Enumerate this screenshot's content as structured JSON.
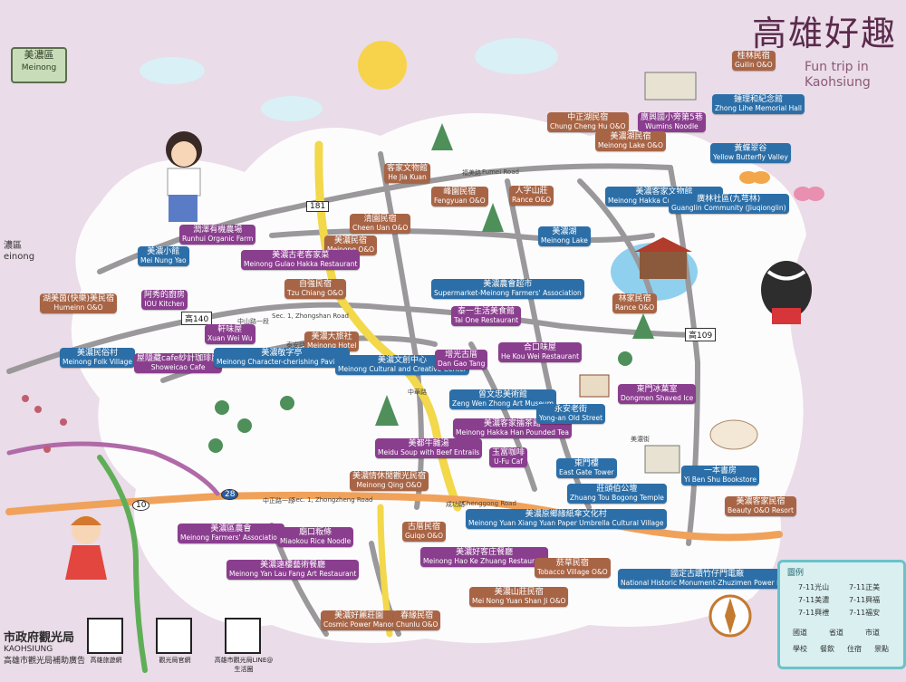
{
  "title": {
    "zh": "高雄好趣",
    "en": "Fun trip in Kaohsiung"
  },
  "area_tab": {
    "zh": "美濃區",
    "en": "Meinong"
  },
  "left_area": {
    "zh": "濃區",
    "en": "einong"
  },
  "route_markers": [
    "181",
    "高140",
    "高109",
    "28",
    "10"
  ],
  "road_names": [
    "中山路一段",
    "Sec. 1, Zhongshan Road",
    "福美路",
    "Fumei Road",
    "中正路一段",
    "Sec. 1, Zhongzheng Road",
    "成功路",
    "Chenggong Road",
    "泰安路",
    "中華路",
    "美濃街"
  ],
  "places": [
    {
      "zh": "桂林民宿",
      "en": "Guilin O&O",
      "color": "brown"
    },
    {
      "zh": "鍾理和紀念館",
      "en": "Zhong Lihe Memorial Hall",
      "color": "blue"
    },
    {
      "zh": "中正湖民宿",
      "en": "Chung Cheng Hu O&O",
      "color": "brown"
    },
    {
      "zh": "廣興國小旁第5巷",
      "en": "Wumins Noodle",
      "color": "purple"
    },
    {
      "zh": "美濃湖民宿",
      "en": "Meinong Lake O&O",
      "color": "brown"
    },
    {
      "zh": "黃蝶翠谷",
      "en": "Yellow Butterfly Valley",
      "color": "blue"
    },
    {
      "zh": "客家文物館",
      "en": "He Jia Kuan",
      "color": "brown"
    },
    {
      "zh": "峰園民宿",
      "en": "Fengyuan O&O",
      "color": "brown"
    },
    {
      "zh": "人字山莊",
      "en": "Rance O&O",
      "color": "brown"
    },
    {
      "zh": "美濃客家文物館",
      "en": "Meinong Hakka Cultural Museum",
      "color": "blue"
    },
    {
      "zh": "廣林社區(九芎林)",
      "en": "Guanglin Community (Jiuqionglin)",
      "color": "blue"
    },
    {
      "zh": "清園民宿",
      "en": "Cheen Uan O&O",
      "color": "brown"
    },
    {
      "zh": "美濃民宿",
      "en": "Meinong O&O",
      "color": "brown"
    },
    {
      "zh": "美濃湖",
      "en": "Meinong Lake",
      "color": "blue"
    },
    {
      "zh": "潤澤有機農場",
      "en": "Runhui Organic Farm",
      "color": "purple"
    },
    {
      "zh": "美濃古老客家菜",
      "en": "Meinong Gulao Hakka Restaurant",
      "color": "purple"
    },
    {
      "zh": "美濃小館",
      "en": "Mei Nung Yao",
      "color": "blue"
    },
    {
      "zh": "自強民宿",
      "en": "Tzu Chiang O&O",
      "color": "brown"
    },
    {
      "zh": "美濃農會超市",
      "en": "Supermarket-Meinong Farmers' Association",
      "color": "blue"
    },
    {
      "zh": "湖美茵(快樂)美民宿",
      "en": "Humeinn O&O",
      "color": "brown"
    },
    {
      "zh": "阿秀的廚房",
      "en": "IOU Kitchen",
      "color": "purple"
    },
    {
      "zh": "泰一生活美食館",
      "en": "Tai One Restaurant",
      "color": "purple"
    },
    {
      "zh": "林家民宿",
      "en": "Rance O&O",
      "color": "brown"
    },
    {
      "zh": "軒味屋",
      "en": "Xuan Wei Wu",
      "color": "purple"
    },
    {
      "zh": "美濃大旅社",
      "en": "Meinong Hotel",
      "color": "brown"
    },
    {
      "zh": "美濃民俗村",
      "en": "Meinong Folk Village",
      "color": "blue"
    },
    {
      "zh": "屋隱藏cafe紗計珈琲屋",
      "en": "Showeicao Cafe",
      "color": "purple"
    },
    {
      "zh": "美濃敬字亭",
      "en": "Meinong Character-cherishing Pavilion",
      "color": "blue"
    },
    {
      "zh": "美濃文創中心",
      "en": "Meinong Cultural and Creative Center",
      "color": "blue"
    },
    {
      "zh": "合口味屋",
      "en": "He Kou Wei Restaurant",
      "color": "purple"
    },
    {
      "zh": "增光古厝",
      "en": "Dan Gao Tang",
      "color": "purple"
    },
    {
      "zh": "曾文忠美術館",
      "en": "Zeng Wen Zhong Art Museum",
      "color": "blue"
    },
    {
      "zh": "東門冰菓室",
      "en": "Dongmen Shaved Ice",
      "color": "purple"
    },
    {
      "zh": "美濃客家擂茶館",
      "en": "Meinong Hakka Han Pounded Tea",
      "color": "purple"
    },
    {
      "zh": "永安老街",
      "en": "Yong-an Old Street",
      "color": "blue"
    },
    {
      "zh": "美都牛雜湯",
      "en": "Meidu Soup with Beef Entrails",
      "color": "purple"
    },
    {
      "zh": "玉富咖啡",
      "en": "U-Fu Caf",
      "color": "purple"
    },
    {
      "zh": "東門樓",
      "en": "East Gate Tower",
      "color": "blue"
    },
    {
      "zh": "一本書房",
      "en": "Yi Ben Shu Bookstore",
      "color": "blue"
    },
    {
      "zh": "美濃情休閒觀光民宿",
      "en": "Meinong Qing O&O",
      "color": "brown"
    },
    {
      "zh": "莊頭伯公壇",
      "en": "Zhuang Tou Bogong Temple",
      "color": "blue"
    },
    {
      "zh": "美濃原鄉緣紙傘文化村",
      "en": "Meinong Yuan Xiang Yuan Paper Umbrella Cultural Village",
      "color": "blue"
    },
    {
      "zh": "美濃客家民宿",
      "en": "Beauty O&O Resort",
      "color": "brown"
    },
    {
      "zh": "美濃區農會",
      "en": "Meinong Farmers' Association",
      "color": "purple"
    },
    {
      "zh": "廟口粄條",
      "en": "Miaokou Rice Noodle",
      "color": "purple"
    },
    {
      "zh": "古厝民宿",
      "en": "Guiqo O&O",
      "color": "brown"
    },
    {
      "zh": "美濃好客庄餐廳",
      "en": "Meinong Hao Ke Zhuang Restaurant",
      "color": "purple"
    },
    {
      "zh": "菸草民宿",
      "en": "Tobacco Village O&O",
      "color": "brown"
    },
    {
      "zh": "美濃遠樓藝術餐廳",
      "en": "Meinong Yan Lau Fang Art Restaurant",
      "color": "purple"
    },
    {
      "zh": "國定古蹟竹仔門電廠",
      "en": "National Historic Monument-Zhuzimen Power Plant",
      "color": "blue"
    },
    {
      "zh": "美濃山莊民宿",
      "en": "Mei Nong Yuan Shan Ji O&O",
      "color": "brown"
    },
    {
      "zh": "美濃好麗莊園",
      "en": "Cosmic Power Manor",
      "color": "brown"
    },
    {
      "zh": "春緣民宿",
      "en": "Chunlu O&O",
      "color": "brown"
    }
  ],
  "legend": {
    "title": "圖例",
    "rows": [
      "7-11光山",
      "7-11正美",
      "7-11美濃",
      "7-11興福",
      "7-11興禮",
      "7-11福安",
      "國道",
      "省道",
      "市道",
      "學校",
      "餐飲",
      "住宿",
      "景點"
    ]
  },
  "footer": {
    "org_zh": "市政府觀光局",
    "org_en": "KAOHSIUNG",
    "note": "高雄市觀光局補助廣告",
    "qr_captions": [
      "高雄旅遊網",
      "觀光局官網",
      "高雄市觀光局LINE@生活圈"
    ]
  },
  "colors": {
    "brown": "#a86546",
    "purple": "#8a3e8e",
    "blue": "#2c6fa8",
    "road_gray": "#8c8a8c",
    "road_yellow": "#f2d84a",
    "road_orange": "#f0a25a",
    "road_green": "#5fae57",
    "map_white": "#ffffff"
  }
}
